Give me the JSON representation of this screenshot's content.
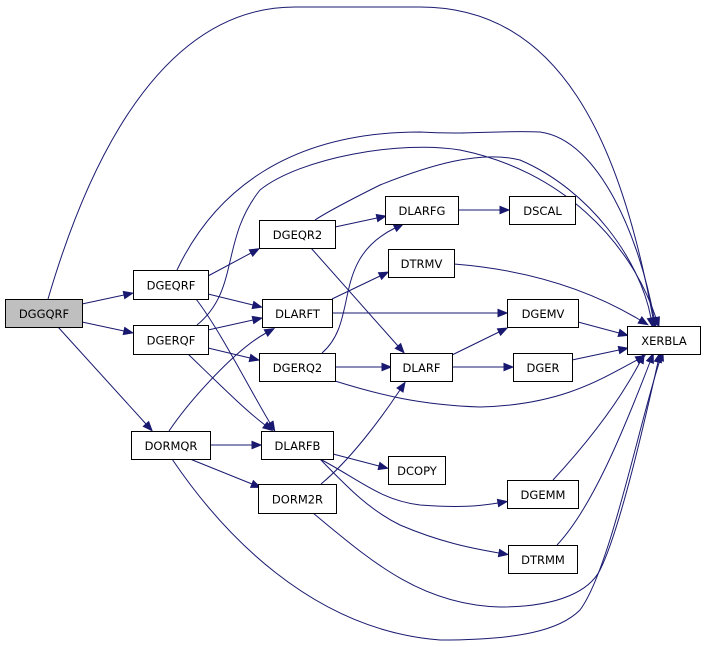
{
  "diagram": {
    "type": "call-graph",
    "colors": {
      "edge": "#191970",
      "root_fill": "#bfbfbf",
      "node_fill": "#ffffff",
      "node_border": "#000000"
    },
    "root": "DGGQRF",
    "nodes": [
      {
        "id": "DGGQRF",
        "label": "DGGQRF",
        "root": true
      },
      {
        "id": "DGEQRF",
        "label": "DGEQRF"
      },
      {
        "id": "DGERQF",
        "label": "DGERQF"
      },
      {
        "id": "DORMQR",
        "label": "DORMQR"
      },
      {
        "id": "DGEQR2",
        "label": "DGEQR2"
      },
      {
        "id": "DLARFT",
        "label": "DLARFT"
      },
      {
        "id": "DGERQ2",
        "label": "DGERQ2"
      },
      {
        "id": "DLARFB",
        "label": "DLARFB"
      },
      {
        "id": "DORM2R",
        "label": "DORM2R"
      },
      {
        "id": "DLARFG",
        "label": "DLARFG"
      },
      {
        "id": "DTRMV",
        "label": "DTRMV"
      },
      {
        "id": "DLARF",
        "label": "DLARF"
      },
      {
        "id": "DCOPY",
        "label": "DCOPY"
      },
      {
        "id": "DSCAL",
        "label": "DSCAL"
      },
      {
        "id": "DGEMV",
        "label": "DGEMV"
      },
      {
        "id": "DGER",
        "label": "DGER"
      },
      {
        "id": "DGEMM",
        "label": "DGEMM"
      },
      {
        "id": "DTRMM",
        "label": "DTRMM"
      },
      {
        "id": "XERBLA",
        "label": "XERBLA"
      }
    ],
    "edges": [
      {
        "from": "DGGQRF",
        "to": "DGEQRF"
      },
      {
        "from": "DGGQRF",
        "to": "DGERQF"
      },
      {
        "from": "DGGQRF",
        "to": "DORMQR"
      },
      {
        "from": "DGGQRF",
        "to": "XERBLA"
      },
      {
        "from": "DGEQRF",
        "to": "DGEQR2"
      },
      {
        "from": "DGEQRF",
        "to": "DLARFT"
      },
      {
        "from": "DGEQRF",
        "to": "DLARFB"
      },
      {
        "from": "DGEQRF",
        "to": "XERBLA"
      },
      {
        "from": "DGERQF",
        "to": "DLARFT"
      },
      {
        "from": "DGERQF",
        "to": "DGERQ2"
      },
      {
        "from": "DGERQF",
        "to": "DLARFB"
      },
      {
        "from": "DGERQF",
        "to": "XERBLA"
      },
      {
        "from": "DORMQR",
        "to": "DLARFT"
      },
      {
        "from": "DORMQR",
        "to": "DLARFB"
      },
      {
        "from": "DORMQR",
        "to": "DORM2R"
      },
      {
        "from": "DORMQR",
        "to": "XERBLA"
      },
      {
        "from": "DGEQR2",
        "to": "DLARFG"
      },
      {
        "from": "DGEQR2",
        "to": "DLARF"
      },
      {
        "from": "DGEQR2",
        "to": "XERBLA"
      },
      {
        "from": "DLARFT",
        "to": "DTRMV"
      },
      {
        "from": "DLARFT",
        "to": "DGEMV"
      },
      {
        "from": "DGERQ2",
        "to": "DLARFG"
      },
      {
        "from": "DGERQ2",
        "to": "DLARF"
      },
      {
        "from": "DGERQ2",
        "to": "XERBLA"
      },
      {
        "from": "DLARFB",
        "to": "DCOPY"
      },
      {
        "from": "DLARFB",
        "to": "DGEMM"
      },
      {
        "from": "DLARFB",
        "to": "DTRMM"
      },
      {
        "from": "DORM2R",
        "to": "DLARF"
      },
      {
        "from": "DORM2R",
        "to": "XERBLA"
      },
      {
        "from": "DLARFG",
        "to": "DSCAL"
      },
      {
        "from": "DTRMV",
        "to": "XERBLA"
      },
      {
        "from": "DLARF",
        "to": "DGEMV"
      },
      {
        "from": "DLARF",
        "to": "DGER"
      },
      {
        "from": "DGEMV",
        "to": "XERBLA"
      },
      {
        "from": "DGER",
        "to": "XERBLA"
      },
      {
        "from": "DGEMM",
        "to": "XERBLA"
      },
      {
        "from": "DTRMM",
        "to": "XERBLA"
      }
    ]
  }
}
